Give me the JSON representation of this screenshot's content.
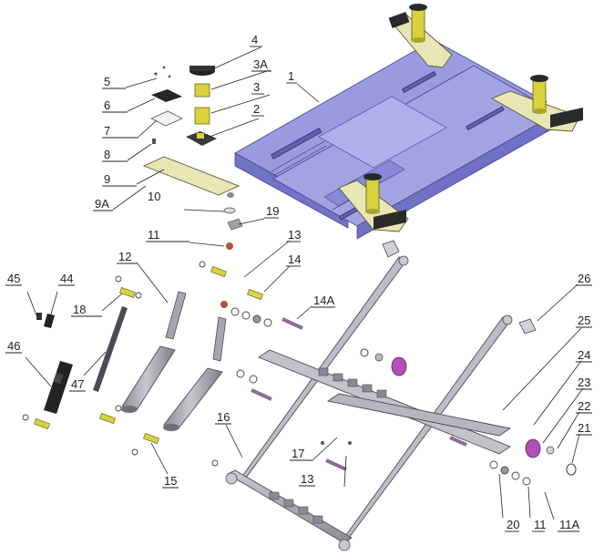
{
  "diagram": {
    "colors": {
      "frame": "#9a9ae0",
      "frame_dark": "#7272c6",
      "bracket": "#e9e6b6",
      "bracket_dark": "#c9c48a",
      "saddle": "#d8d33c",
      "gray": "#b4b4bc",
      "gray_dark": "#6f6f78",
      "magenta": "#b24fb8",
      "black": "#232323"
    },
    "callouts": [
      {
        "id": "c1",
        "label": "1"
      },
      {
        "id": "c2",
        "label": "2"
      },
      {
        "id": "c3",
        "label": "3"
      },
      {
        "id": "c3A",
        "label": "3A"
      },
      {
        "id": "c4",
        "label": "4"
      },
      {
        "id": "c5",
        "label": "5"
      },
      {
        "id": "c6",
        "label": "6"
      },
      {
        "id": "c7",
        "label": "7"
      },
      {
        "id": "c8",
        "label": "8"
      },
      {
        "id": "c9",
        "label": "9"
      },
      {
        "id": "c9A",
        "label": "9A"
      },
      {
        "id": "c10",
        "label": "10"
      },
      {
        "id": "c11",
        "label": "11"
      },
      {
        "id": "c11b",
        "label": "11"
      },
      {
        "id": "c11A",
        "label": "11A"
      },
      {
        "id": "c12",
        "label": "12"
      },
      {
        "id": "c13",
        "label": "13"
      },
      {
        "id": "c13b",
        "label": "13"
      },
      {
        "id": "c14",
        "label": "14"
      },
      {
        "id": "c14A",
        "label": "14A"
      },
      {
        "id": "c15",
        "label": "15"
      },
      {
        "id": "c16",
        "label": "16"
      },
      {
        "id": "c17",
        "label": "17"
      },
      {
        "id": "c18",
        "label": "18"
      },
      {
        "id": "c19",
        "label": "19"
      },
      {
        "id": "c20",
        "label": "20"
      },
      {
        "id": "c21",
        "label": "21"
      },
      {
        "id": "c22",
        "label": "22"
      },
      {
        "id": "c23",
        "label": "23"
      },
      {
        "id": "c24",
        "label": "24"
      },
      {
        "id": "c25",
        "label": "25"
      },
      {
        "id": "c26",
        "label": "26"
      },
      {
        "id": "c44",
        "label": "44"
      },
      {
        "id": "c45",
        "label": "45"
      },
      {
        "id": "c46",
        "label": "46"
      },
      {
        "id": "c47",
        "label": "47"
      }
    ]
  }
}
